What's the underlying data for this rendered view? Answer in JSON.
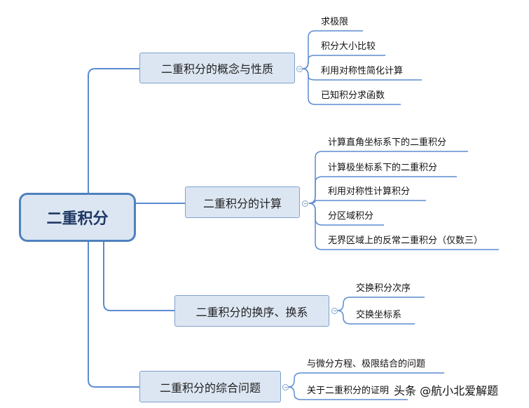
{
  "root": {
    "label": "二重积分"
  },
  "branches": [
    {
      "label": "二重积分的概念与性质",
      "leaves": [
        "求极限",
        "积分大小比较",
        "利用对称性简化计算",
        "已知积分求函数"
      ]
    },
    {
      "label": "二重积分的计算",
      "leaves": [
        "计算直角坐标系下的二重积分",
        "计算极坐标系下的二重积分",
        "利用对称性计算积分",
        "分区域积分",
        "无界区域上的反常二重积分（仅数三）"
      ]
    },
    {
      "label": "二重积分的换序、换系",
      "leaves": [
        "交换积分次序",
        "交换坐标系"
      ]
    },
    {
      "label": "二重积分的综合问题",
      "leaves": [
        "与微分方程、极限结合的问题",
        "关于二重积分的证明"
      ]
    }
  ],
  "watermark": "头条 @航小北爱解题",
  "colors": {
    "line": "#5b8bd0",
    "node_fill": "#dce6f2",
    "root_border": "#4f81bd"
  }
}
